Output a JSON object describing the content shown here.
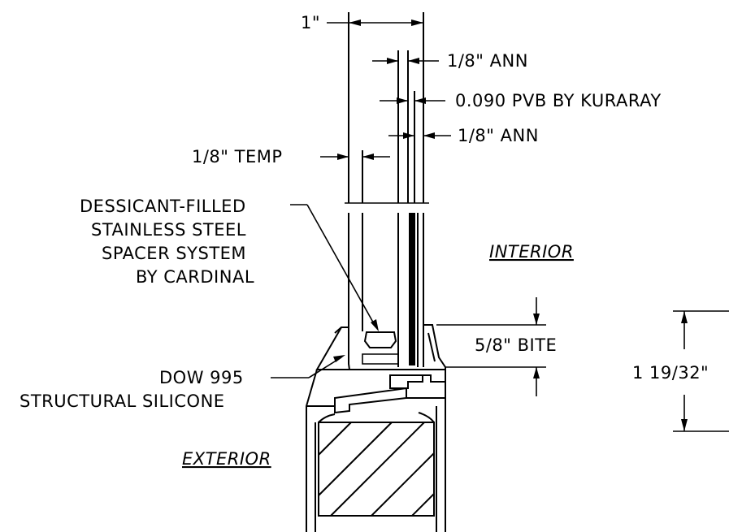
{
  "labels": {
    "dim_overall": "1\"",
    "ann_top": "1/8\" ANN",
    "pvb": "0.090 PVB BY KURARAY",
    "ann_bottom": "1/8\" ANN",
    "temp": "1/8\" TEMP",
    "spacer_line1": "DESSICANT-FILLED",
    "spacer_line2": "STAINLESS STEEL",
    "spacer_line3": "SPACER SYSTEM",
    "spacer_line4": "BY CARDINAL",
    "interior": "INTERIOR",
    "bite": "5/8\" BITE",
    "height_dim": "1 19/32\"",
    "silicone_line1": "DOW 995",
    "silicone_line2": "STRUCTURAL SILICONE",
    "exterior": "EXTERIOR"
  }
}
